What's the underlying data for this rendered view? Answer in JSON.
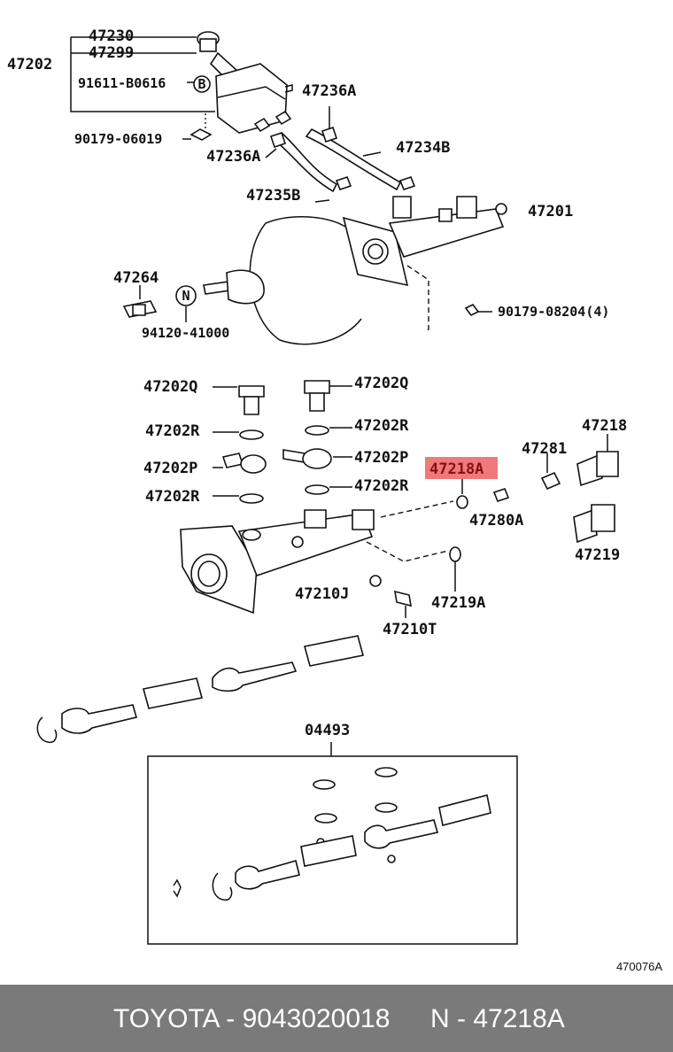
{
  "callouts": {
    "c47230": "47230",
    "c47299": "47299",
    "c47202": "47202",
    "c91611": "91611-B0616",
    "c90179a": "90179-06019",
    "c47236a_top": "47236A",
    "c47236a_mid": "47236A",
    "c47234b": "47234B",
    "c47235b": "47235B",
    "c47201": "47201",
    "c47264": "47264",
    "c94120": "94120-41000",
    "c90179b": "90179-08204(4)",
    "c47202q_l": "47202Q",
    "c47202q_r": "47202Q",
    "c47202r_1": "47202R",
    "c47202r_2": "47202R",
    "c47202p_l": "47202P",
    "c47202p_r": "47202P",
    "c47202r_3": "47202R",
    "c47202r_4": "47202R",
    "c47218a": "47218A",
    "c47281": "47281",
    "c47218": "47218",
    "c47280a": "47280A",
    "c47219": "47219",
    "c47210j": "47210J",
    "c47219a": "47219A",
    "c47210t": "47210T",
    "c04493": "04493"
  },
  "markers": {
    "b": "B",
    "n": "N"
  },
  "ref_code": "470076A",
  "footer": {
    "left": "TOYOTA - 9043020018",
    "right": "N - 47218A"
  },
  "highlight_color": "#ef7a7a"
}
